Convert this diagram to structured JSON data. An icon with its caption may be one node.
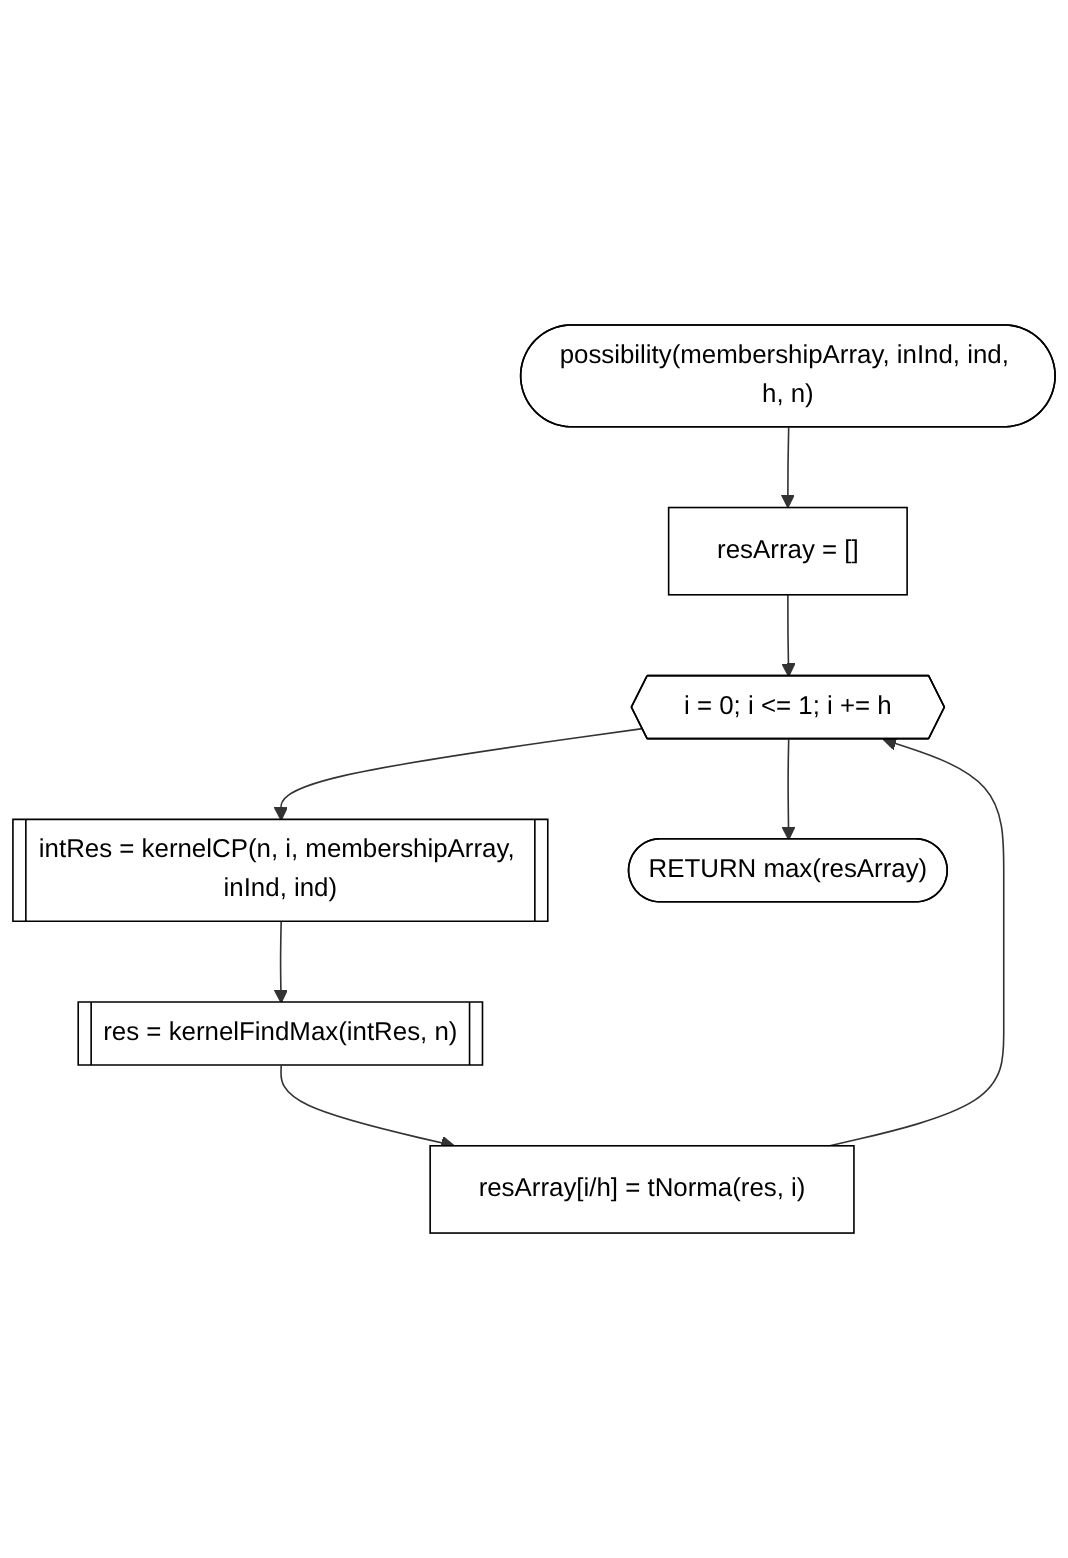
{
  "diagram": {
    "nodes": [
      {
        "text": [
          "possibility(membershipArray, inInd, ind, h, n)"
        ]
      },
      {
        "text": [
          "resArray = []"
        ]
      },
      {
        "text": [
          "i = 0; i <= 1; i += h"
        ]
      },
      {
        "text": [
          "intRes = kernelCP(n, i, membershipArray, inInd, ind)"
        ]
      },
      {
        "text": [
          "res = kernelFindMax(intRes, n)"
        ]
      },
      {
        "text": [
          "resArray[i/h] = tNorma(res, i)"
        ]
      },
      {
        "text": [
          "RETURN max(resArray)"
        ]
      }
    ],
    "edges": [
      {
        "from": 0,
        "to": 1,
        "arrow": "to"
      },
      {
        "from": 1,
        "to": 2,
        "arrow": "to"
      },
      {
        "from": 2,
        "to": 3,
        "arrow": "to"
      },
      {
        "from": 3,
        "to": 4,
        "arrow": "to"
      },
      {
        "from": 4,
        "to": 5,
        "arrow": "to"
      },
      {
        "from": 5,
        "to": 2,
        "arrow": "to"
      },
      {
        "from": 2,
        "to": 6,
        "arrow": "to"
      }
    ]
  }
}
